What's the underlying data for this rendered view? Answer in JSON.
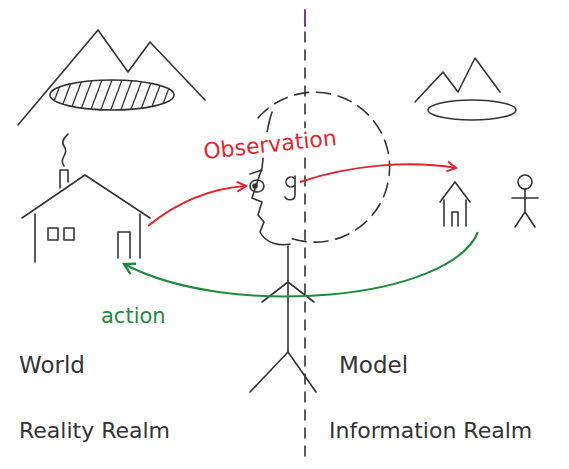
{
  "diagram": {
    "labels": [
      "Observation",
      "action",
      "World",
      "Model",
      "Reality Realm",
      "Information Realm"
    ]
  }
}
